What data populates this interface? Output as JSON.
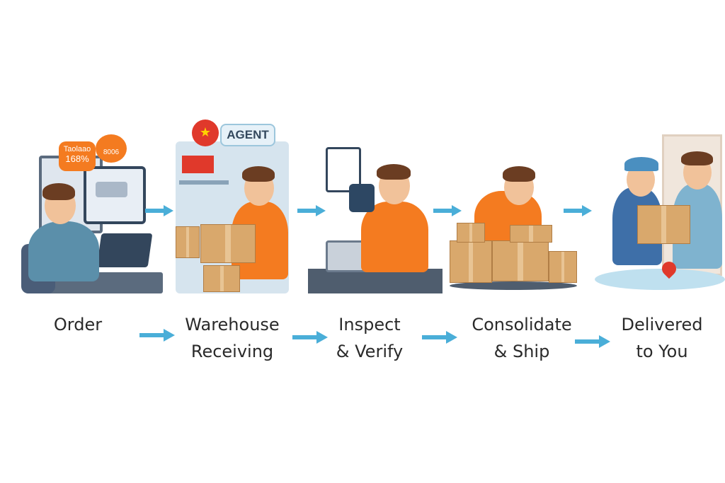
{
  "steps": [
    {
      "label_line1": "Order",
      "label_line2": ""
    },
    {
      "label_line1": "Warehouse",
      "label_line2": "Receiving"
    },
    {
      "label_line1": "Inspect",
      "label_line2": "& Verify"
    },
    {
      "label_line1": "Consolidate",
      "label_line2": "& Ship"
    },
    {
      "label_line1": "Delivered",
      "label_line2": "to You"
    }
  ],
  "order_scene": {
    "store_name": "Taolaao",
    "price": "168%",
    "badge_text": "8006"
  },
  "warehouse_scene": {
    "agent_label": "AGENT"
  },
  "colors": {
    "arrow": "#4aaed8",
    "shirt": "#f47b20",
    "text": "#2a2a2a"
  }
}
